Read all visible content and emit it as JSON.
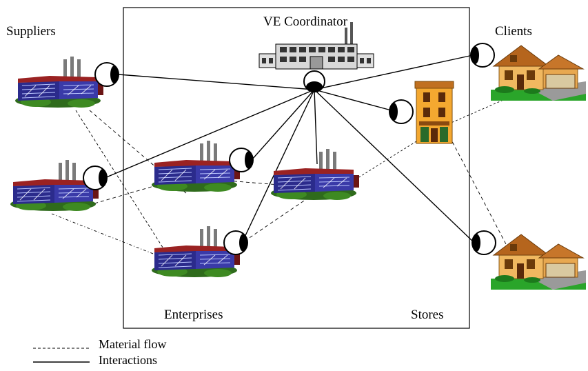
{
  "labels": {
    "suppliers": "Suppliers",
    "clients": "Clients",
    "coordinator": "VE Coordinator",
    "enterprises": "Enterprises",
    "stores": "Stores"
  },
  "legend": {
    "material_flow": "Material flow",
    "interactions": "Interactions"
  },
  "nodes": {
    "factories": [
      "supplier-factory-1",
      "supplier-factory-2",
      "enterprise-factory-1",
      "enterprise-factory-2",
      "enterprise-factory-3"
    ],
    "houses": [
      "client-house-1",
      "client-house-2"
    ],
    "store": "store-building",
    "coordinator_building": "coordinator-building"
  },
  "icons": [
    "eye-icon",
    "factory-icon",
    "house-icon",
    "store-icon",
    "office-building-icon"
  ],
  "colors": {
    "factory_wall": "#3a3a9a",
    "factory_roof": "#8b1a1a",
    "grass": "#2f6b1c",
    "house_wall": "#f0b860",
    "house_roof": "#b5651d",
    "store_wall": "#f4a830"
  }
}
